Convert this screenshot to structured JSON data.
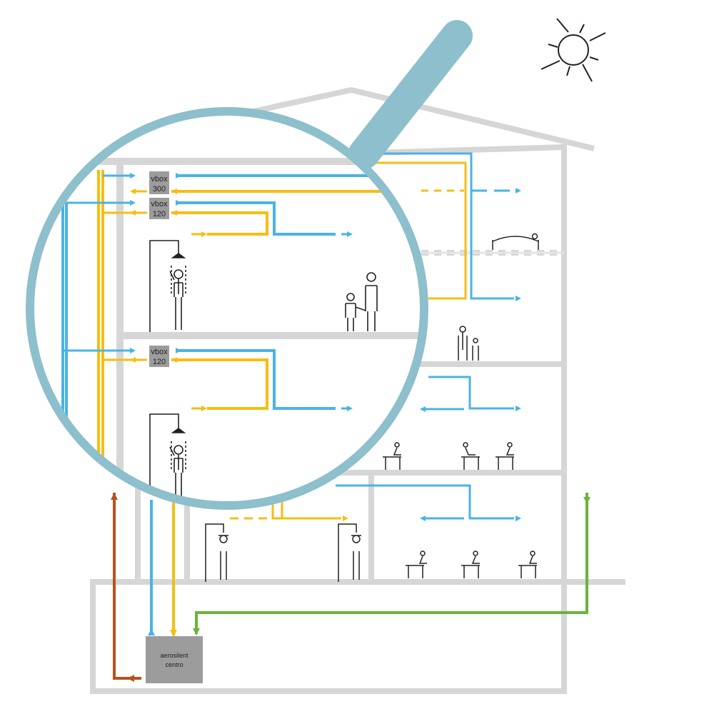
{
  "colors": {
    "wall": "#d6d6d6",
    "supply_air": "#4ab3e6",
    "extract_air": "#f7bd13",
    "fresh_air": "#6ab43e",
    "exhaust_air": "#b5541d",
    "lens": "#8dbfcc",
    "box": "#9c9c9c",
    "figure": "#222222"
  },
  "icons": [
    "sun-icon",
    "shower-icon",
    "person-icon",
    "bed-icon",
    "desk-icon",
    "magnifier-icon"
  ],
  "labels": {
    "vbox_top_a": "vbox",
    "vbox_top_b": "300",
    "vbox_mid_a": "vbox",
    "vbox_mid_b": "120",
    "vbox_low_a": "vbox",
    "vbox_low_b": "120",
    "unit_a": "aerosilent",
    "unit_b": "centro"
  }
}
